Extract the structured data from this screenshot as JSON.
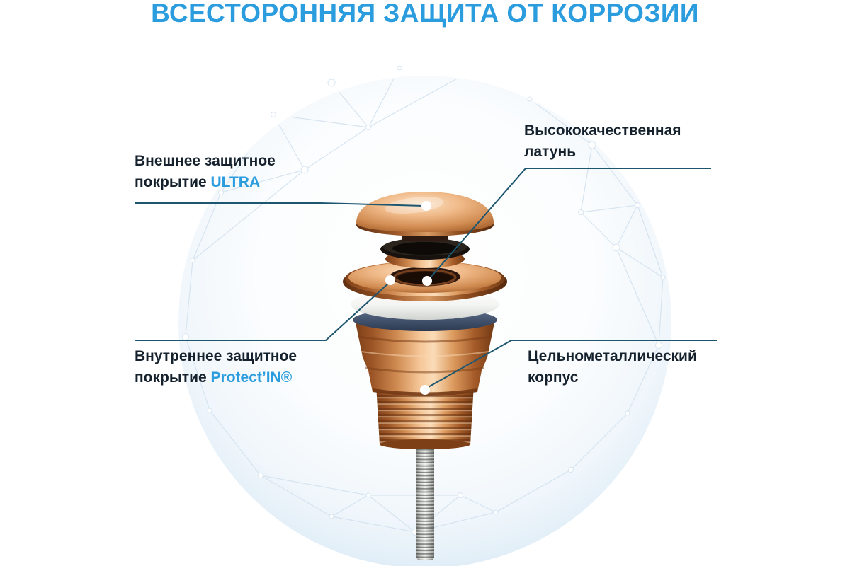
{
  "title": "ВСЕСТОРОННЯЯ ЗАЩИТА ОТ КОРРОЗИИ",
  "callouts": {
    "outer_coating": {
      "label": "Внешнее защитное покрытие",
      "highlight": "ULTRA"
    },
    "brass": {
      "label": "Высококачественная латунь"
    },
    "inner_coating": {
      "label": "Внутреннее защитное покрытие",
      "highlight": "Protect’IN®"
    },
    "metal_body": {
      "label": "Цельнометаллический корпус"
    }
  },
  "colors": {
    "accent_blue": "#2b9dde",
    "text_dark": "#15222e",
    "callout_line": "#1d566f",
    "copper": "#c9854f",
    "bubble_edge": "#d8e8f4"
  }
}
